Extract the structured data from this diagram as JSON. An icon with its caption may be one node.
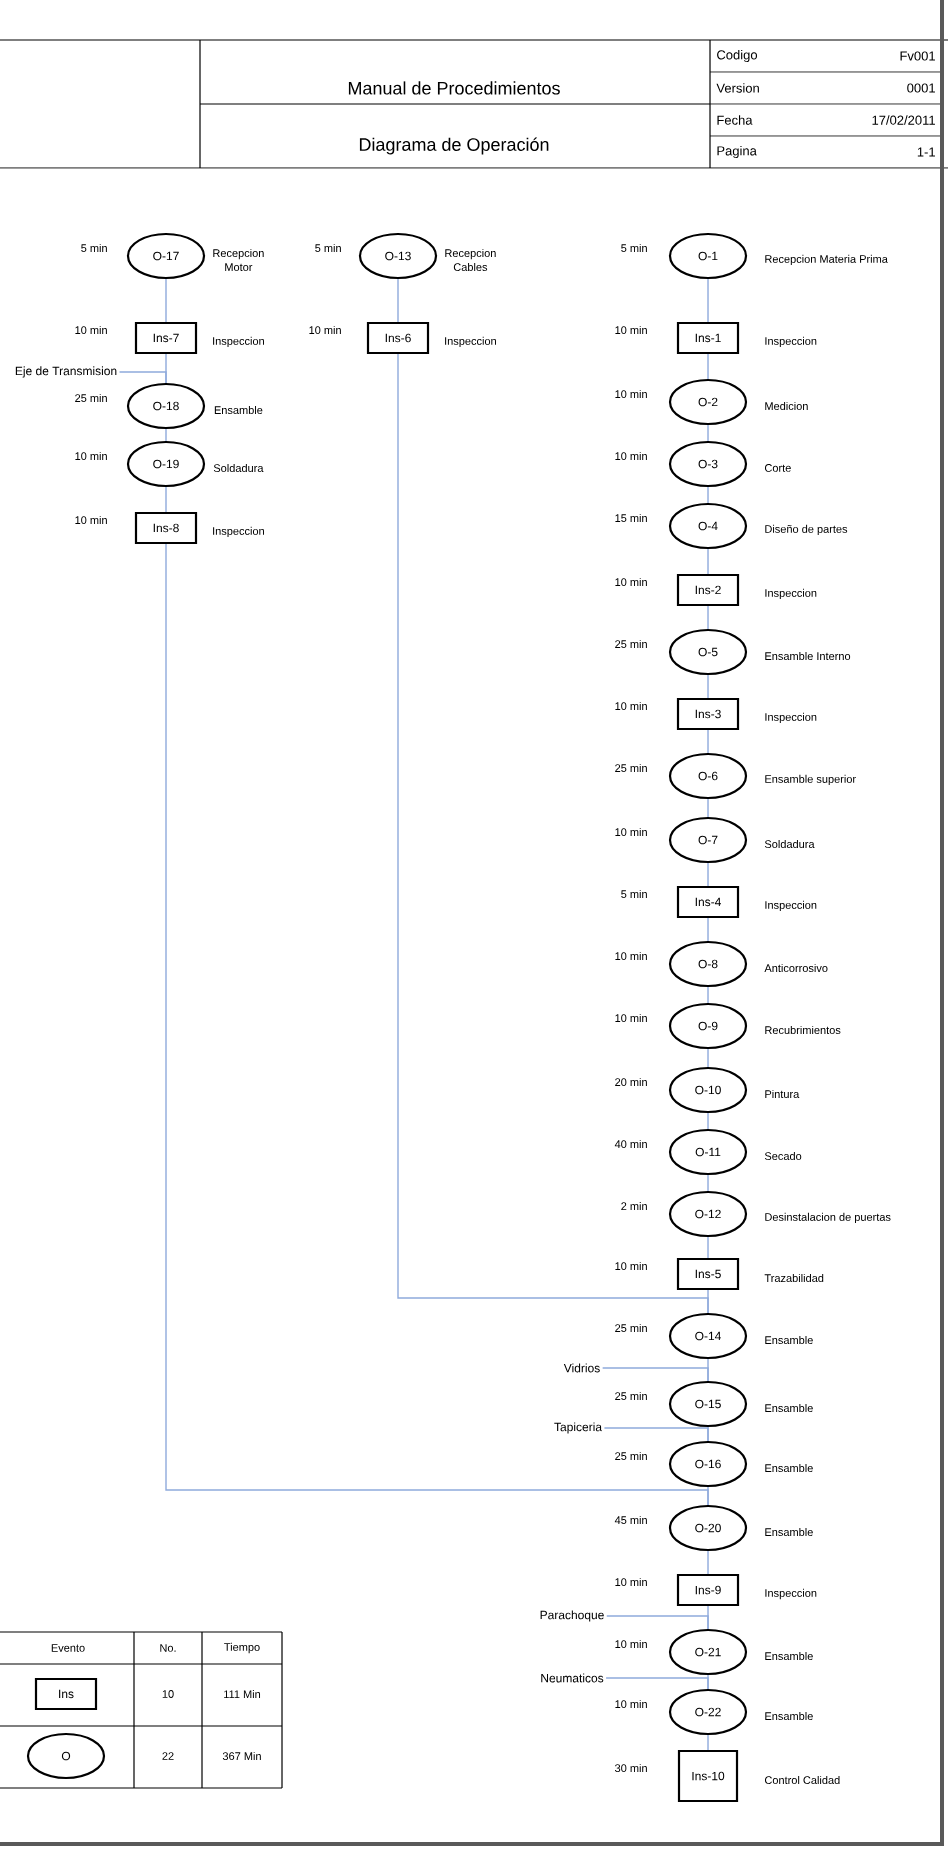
{
  "diagram": {
    "nodes": [
      {
        "text": [
          "O-17"
        ],
        "beside": [
          "5 min",
          "Recepcion Motor"
        ]
      },
      {
        "text": [
          "Ins-7"
        ],
        "beside": [
          "10 min",
          "Inspeccion"
        ]
      },
      {
        "text": [
          "Eje de Transmision"
        ]
      },
      {
        "text": [
          "O-18"
        ],
        "beside": [
          "25 min",
          "Ensamble"
        ]
      },
      {
        "text": [
          "O-19"
        ],
        "beside": [
          "10 min",
          "Soldadura"
        ]
      },
      {
        "text": [
          "Ins-8"
        ],
        "beside": [
          "10 min",
          "Inspeccion"
        ]
      },
      {
        "text": [
          "O-13"
        ],
        "beside": [
          "5 min",
          "Recepcion Cables"
        ]
      },
      {
        "text": [
          "Ins-6"
        ],
        "beside": [
          "10 min",
          "Inspeccion"
        ]
      },
      {
        "text": [
          "O-1"
        ],
        "beside": [
          "5 min",
          "Recepcion Materia Prima"
        ]
      },
      {
        "text": [
          "Ins-1"
        ],
        "beside": [
          "10 min",
          "Inspeccion"
        ]
      },
      {
        "text": [
          "O-2"
        ],
        "beside": [
          "10 min",
          "Medicion"
        ]
      },
      {
        "text": [
          "O-3"
        ],
        "beside": [
          "10 min",
          "Corte"
        ]
      },
      {
        "text": [
          "O-4"
        ],
        "beside": [
          "15 min",
          "Diseño de partes"
        ]
      },
      {
        "text": [
          "Ins-2"
        ],
        "beside": [
          "10 min",
          "Inspeccion"
        ]
      },
      {
        "text": [
          "O-5"
        ],
        "beside": [
          "25 min",
          "Ensamble Interno"
        ]
      },
      {
        "text": [
          "Ins-3"
        ],
        "beside": [
          "10 min",
          "Inspeccion"
        ]
      },
      {
        "text": [
          "O-6"
        ],
        "beside": [
          "25 min",
          "Ensamble superior"
        ]
      },
      {
        "text": [
          "O-7"
        ],
        "beside": [
          "10 min",
          "Soldadura"
        ]
      },
      {
        "text": [
          "Ins-4"
        ],
        "beside": [
          "5 min",
          "Inspeccion"
        ]
      },
      {
        "text": [
          "O-8"
        ],
        "beside": [
          "10 min",
          "Anticorrosivo"
        ]
      },
      {
        "text": [
          "O-9"
        ],
        "beside": [
          "10 min",
          "Recubrimientos"
        ]
      },
      {
        "text": [
          "O-10"
        ],
        "beside": [
          "20 min",
          "Pintura"
        ]
      },
      {
        "text": [
          "O-11"
        ],
        "beside": [
          "40 min",
          "Secado"
        ]
      },
      {
        "text": [
          "O-12"
        ],
        "beside": [
          "2 min",
          "Desinstalacion de puertas"
        ]
      },
      {
        "text": [
          "Ins-5"
        ],
        "beside": [
          "10 min",
          "Trazabilidad"
        ]
      },
      {
        "text": [
          "O-14"
        ],
        "beside": [
          "25 min",
          "Ensamble"
        ]
      },
      {
        "text": [
          "Vidrios"
        ]
      },
      {
        "text": [
          "O-15"
        ],
        "beside": [
          "25 min",
          "Ensamble"
        ]
      },
      {
        "text": [
          "Tapiceria"
        ]
      },
      {
        "text": [
          "O-16"
        ],
        "beside": [
          "25 min",
          "Ensamble"
        ]
      },
      {
        "text": [
          "O-20"
        ],
        "beside": [
          "45 min",
          "Ensamble"
        ]
      },
      {
        "text": [
          "Ins-9"
        ],
        "beside": [
          "10 min",
          "Inspeccion"
        ]
      },
      {
        "text": [
          "Parachoque"
        ]
      },
      {
        "text": [
          "O-21"
        ],
        "beside": [
          "10 min",
          "Ensamble"
        ]
      },
      {
        "text": [
          "Neumaticos"
        ]
      },
      {
        "text": [
          "O-22"
        ],
        "beside": [
          "10 min",
          "Ensamble"
        ]
      },
      {
        "text": [
          "Ins-10"
        ],
        "beside": [
          "30 min",
          "Control Calidad"
        ]
      },
      {
        "text": [
          "Ins"
        ]
      },
      {
        "text": [
          "O"
        ]
      }
    ],
    "edges": [
      {
        "from": 0,
        "to": 1,
        "arrow": "none"
      },
      {
        "from": 1,
        "to": 3,
        "arrow": "none"
      },
      {
        "from": 2,
        "to": 3,
        "arrow": "none"
      },
      {
        "from": 3,
        "to": 4,
        "arrow": "none"
      },
      {
        "from": 4,
        "to": 5,
        "arrow": "none"
      },
      {
        "from": 5,
        "to": 30,
        "arrow": "none"
      },
      {
        "from": 6,
        "to": 7,
        "arrow": "none"
      },
      {
        "from": 7,
        "to": 25,
        "arrow": "none"
      },
      {
        "from": 8,
        "to": 9,
        "arrow": "none"
      },
      {
        "from": 9,
        "to": 10,
        "arrow": "none"
      },
      {
        "from": 10,
        "to": 11,
        "arrow": "none"
      },
      {
        "from": 11,
        "to": 12,
        "arrow": "none"
      },
      {
        "from": 12,
        "to": 13,
        "arrow": "none"
      },
      {
        "from": 13,
        "to": 14,
        "arrow": "none"
      },
      {
        "from": 14,
        "to": 15,
        "arrow": "none"
      },
      {
        "from": 15,
        "to": 16,
        "arrow": "none"
      },
      {
        "from": 16,
        "to": 17,
        "arrow": "none"
      },
      {
        "from": 17,
        "to": 18,
        "arrow": "none"
      },
      {
        "from": 18,
        "to": 19,
        "arrow": "none"
      },
      {
        "from": 19,
        "to": 20,
        "arrow": "none"
      },
      {
        "from": 20,
        "to": 21,
        "arrow": "none"
      },
      {
        "from": 21,
        "to": 22,
        "arrow": "none"
      },
      {
        "from": 22,
        "to": 23,
        "arrow": "none"
      },
      {
        "from": 23,
        "to": 24,
        "arrow": "none"
      },
      {
        "from": 24,
        "to": 25,
        "arrow": "none"
      },
      {
        "from": 25,
        "to": 27,
        "arrow": "none"
      },
      {
        "from": 26,
        "to": 27,
        "arrow": "none"
      },
      {
        "from": 27,
        "to": 29,
        "arrow": "none"
      },
      {
        "from": 28,
        "to": 29,
        "arrow": "none"
      },
      {
        "from": 29,
        "to": 30,
        "arrow": "none"
      },
      {
        "from": 30,
        "to": 31,
        "arrow": "none"
      },
      {
        "from": 31,
        "to": 33,
        "arrow": "none"
      },
      {
        "from": 32,
        "to": 33,
        "arrow": "none"
      },
      {
        "from": 33,
        "to": 35,
        "arrow": "none"
      },
      {
        "from": 34,
        "to": 35,
        "arrow": "none"
      },
      {
        "from": 35,
        "to": 36,
        "arrow": "none"
      }
    ],
    "labels": [
      "Manual de Procedimientos",
      "Diagrama de Operación",
      "Codigo",
      "Fv001",
      "Version",
      "0001",
      "Fecha",
      "17/02/2011",
      "Pagina",
      "1-1",
      "Evento",
      "No.",
      "Tiempo",
      "10",
      "111 Min",
      "22",
      "367 Min"
    ]
  }
}
